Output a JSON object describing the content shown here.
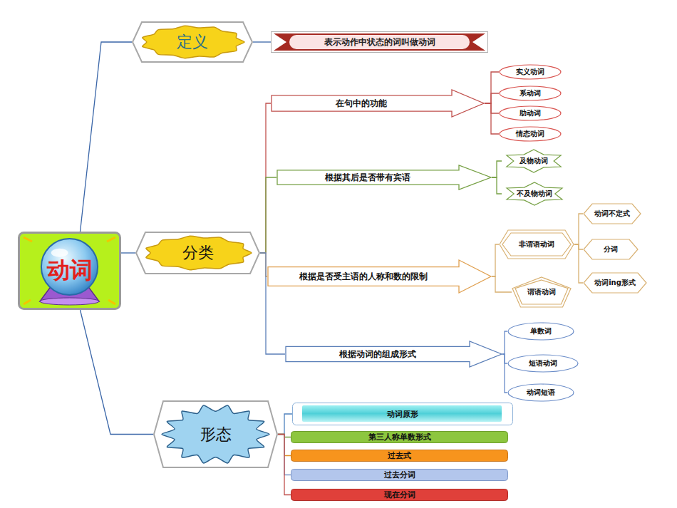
{
  "diagram": {
    "nodes": [
      {
        "text": [
          "动词"
        ]
      },
      {
        "text": [
          "定义"
        ]
      },
      {
        "text": [
          "表示动作中状态的词叫做动词"
        ]
      },
      {
        "text": [
          "分类"
        ]
      },
      {
        "text": [
          "在句中的功能"
        ]
      },
      {
        "text": [
          "实义动词"
        ]
      },
      {
        "text": [
          "系动词"
        ]
      },
      {
        "text": [
          "助动词"
        ]
      },
      {
        "text": [
          "情态动词"
        ]
      },
      {
        "text": [
          "根据其后是否带有宾语"
        ]
      },
      {
        "text": [
          "及物动词"
        ]
      },
      {
        "text": [
          "不及物动词"
        ]
      },
      {
        "text": [
          "根据是否受主语的人称和数的限制"
        ]
      },
      {
        "text": [
          "非谓语动词"
        ]
      },
      {
        "text": [
          "动词不定式"
        ]
      },
      {
        "text": [
          "分词"
        ]
      },
      {
        "text": [
          "动词ing形式"
        ]
      },
      {
        "text": [
          "谓语动词"
        ]
      },
      {
        "text": [
          "根据动词的组成形式"
        ]
      },
      {
        "text": [
          "单数词"
        ]
      },
      {
        "text": [
          "短语动词"
        ]
      },
      {
        "text": [
          "动词短语"
        ]
      },
      {
        "text": [
          "形态"
        ]
      },
      {
        "text": [
          "动词原形"
        ]
      },
      {
        "text": [
          "第三人称单数形式"
        ]
      },
      {
        "text": [
          "过去式"
        ]
      },
      {
        "text": [
          "过去分词"
        ]
      },
      {
        "text": [
          "现在分词"
        ]
      }
    ],
    "edges": [
      {
        "from": 0,
        "to": 1,
        "arrow": "none"
      },
      {
        "from": 1,
        "to": 2,
        "arrow": "none"
      },
      {
        "from": 0,
        "to": 3,
        "arrow": "none"
      },
      {
        "from": 3,
        "to": 4,
        "arrow": "none"
      },
      {
        "from": 4,
        "to": 5,
        "arrow": "none"
      },
      {
        "from": 4,
        "to": 6,
        "arrow": "none"
      },
      {
        "from": 4,
        "to": 7,
        "arrow": "none"
      },
      {
        "from": 4,
        "to": 8,
        "arrow": "none"
      },
      {
        "from": 3,
        "to": 9,
        "arrow": "none"
      },
      {
        "from": 9,
        "to": 10,
        "arrow": "none"
      },
      {
        "from": 9,
        "to": 11,
        "arrow": "none"
      },
      {
        "from": 3,
        "to": 12,
        "arrow": "none"
      },
      {
        "from": 12,
        "to": 13,
        "arrow": "none"
      },
      {
        "from": 13,
        "to": 14,
        "arrow": "none"
      },
      {
        "from": 13,
        "to": 15,
        "arrow": "none"
      },
      {
        "from": 13,
        "to": 16,
        "arrow": "none"
      },
      {
        "from": 12,
        "to": 17,
        "arrow": "none"
      },
      {
        "from": 3,
        "to": 18,
        "arrow": "none"
      },
      {
        "from": 18,
        "to": 19,
        "arrow": "none"
      },
      {
        "from": 18,
        "to": 20,
        "arrow": "none"
      },
      {
        "from": 18,
        "to": 21,
        "arrow": "none"
      },
      {
        "from": 0,
        "to": 22,
        "arrow": "none"
      },
      {
        "from": 22,
        "to": 23,
        "arrow": "none"
      },
      {
        "from": 22,
        "to": 24,
        "arrow": "none"
      },
      {
        "from": 22,
        "to": 25,
        "arrow": "none"
      },
      {
        "from": 22,
        "to": 26,
        "arrow": "none"
      },
      {
        "from": 22,
        "to": 27,
        "arrow": "none"
      }
    ]
  }
}
